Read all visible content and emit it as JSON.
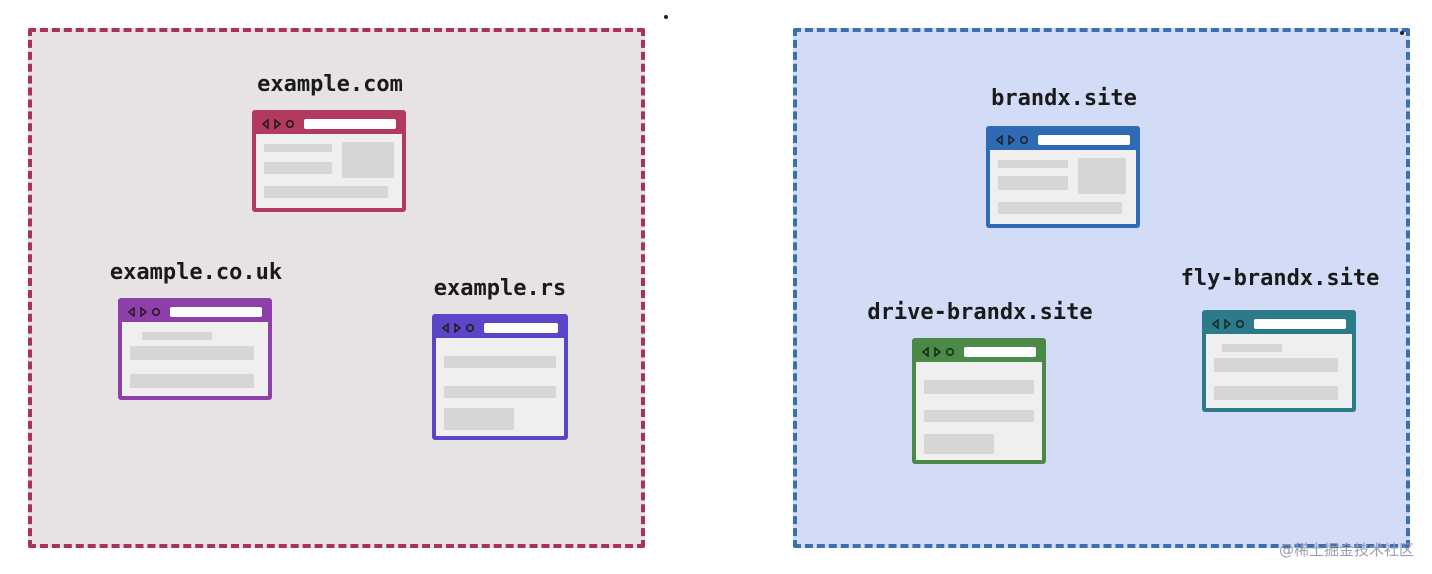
{
  "groups": [
    {
      "id": "left",
      "border_color": "#a8325a",
      "background_color": "#e7e3e4",
      "sites": [
        {
          "label": "example.com",
          "color": "#b23a5e",
          "layout": "sidebar-right"
        },
        {
          "label": "example.co.uk",
          "color": "#8e3fa9",
          "layout": "rows"
        },
        {
          "label": "example.rs",
          "color": "#5b45c9",
          "layout": "rows-short"
        }
      ]
    },
    {
      "id": "right",
      "border_color": "#3c6fae",
      "background_color": "#d2dcf7",
      "sites": [
        {
          "label": "brandx.site",
          "color": "#2f6bb5",
          "layout": "sidebar-right"
        },
        {
          "label": "drive-brandx.site",
          "color": "#4a8a46",
          "layout": "rows-short"
        },
        {
          "label": "fly-brandx.site",
          "color": "#2d7a8a",
          "layout": "rows"
        }
      ]
    }
  ],
  "icons": {
    "browser_nav": [
      "back-arrow-icon",
      "forward-arrow-icon",
      "reload-icon"
    ]
  },
  "watermark": "@稀土掘金技术社区"
}
